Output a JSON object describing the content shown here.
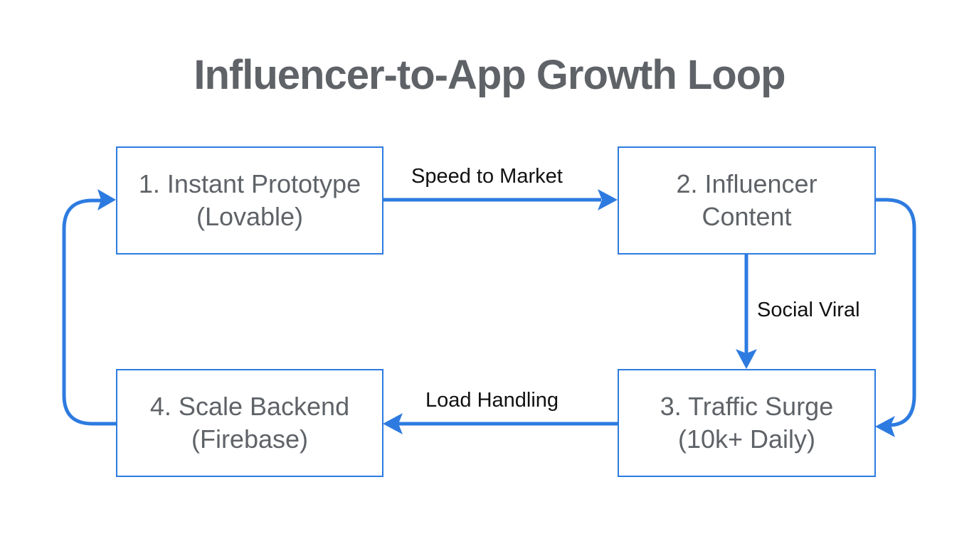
{
  "title": "Influencer-to-App Growth Loop",
  "colors": {
    "accent": "#2d7be0",
    "node_text": "#5f6368",
    "title_text": "#5f6368",
    "label_text": "#111111"
  },
  "nodes": [
    {
      "line1": "1. Instant Prototype",
      "line2": "(Lovable)"
    },
    {
      "line1": "2. Influencer",
      "line2": "Content"
    },
    {
      "line1": "3. Traffic Surge",
      "line2": "(10k+ Daily)"
    },
    {
      "line1": "4. Scale Backend",
      "line2": "(Firebase)"
    }
  ],
  "edges": [
    {
      "from": "1",
      "to": "2",
      "label": "Speed to Market"
    },
    {
      "from": "2",
      "to": "3",
      "label": "Social Viral"
    },
    {
      "from": "3",
      "to": "4",
      "label": "Load Handling"
    },
    {
      "from": "4",
      "to": "1",
      "label": ""
    },
    {
      "from": "2",
      "to": "3",
      "label": ""
    }
  ]
}
